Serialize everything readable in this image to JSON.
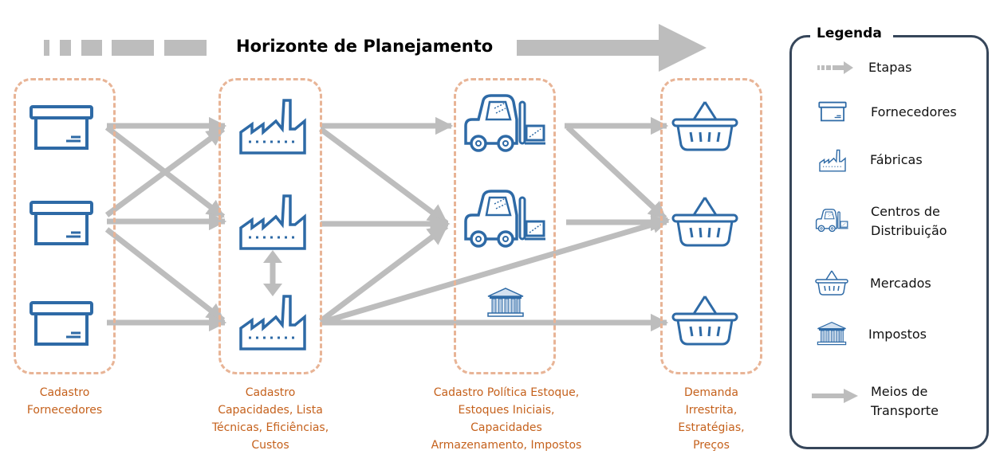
{
  "title": "Horizonte de Planejamento",
  "stages": [
    {
      "name": "fornecedores",
      "label": "Cadastro\nFornecedores",
      "icon": "box-icon",
      "count": 3
    },
    {
      "name": "fabricas",
      "label": "Cadastro\nCapacidades, Lista\nTécnicas, Eficiências,\nCustos",
      "icon": "factory-icon",
      "count": 3
    },
    {
      "name": "centros-distribuicao",
      "label": "Cadastro Política Estoque,\nEstoques Iniciais,\nCapacidades\nArmazenamento, Impostos",
      "icon": "forklift-icon",
      "count": 2,
      "extra_icon": "bank-icon"
    },
    {
      "name": "mercados",
      "label": "Demanda\nIrrestrita,\nEstratégias,\nPreços",
      "icon": "basket-icon",
      "count": 3
    }
  ],
  "legend": {
    "title": "Legenda",
    "items": [
      {
        "icon": "dashed-arrow-icon",
        "label": "Etapas"
      },
      {
        "icon": "box-icon",
        "label": "Fornecedores"
      },
      {
        "icon": "factory-icon",
        "label": "Fábricas"
      },
      {
        "icon": "forklift-icon",
        "label": "Centros de\nDistribuição"
      },
      {
        "icon": "basket-icon",
        "label": "Mercados"
      },
      {
        "icon": "bank-icon",
        "label": "Impostos"
      },
      {
        "icon": "arrow-icon",
        "label": "Meios de\nTransporte"
      }
    ]
  },
  "colors": {
    "icon": "#2e6aa6",
    "arrow": "#bdbdbd",
    "stage_border": "#e8b496",
    "stage_label": "#c5611c",
    "legend_border": "#36465a"
  }
}
